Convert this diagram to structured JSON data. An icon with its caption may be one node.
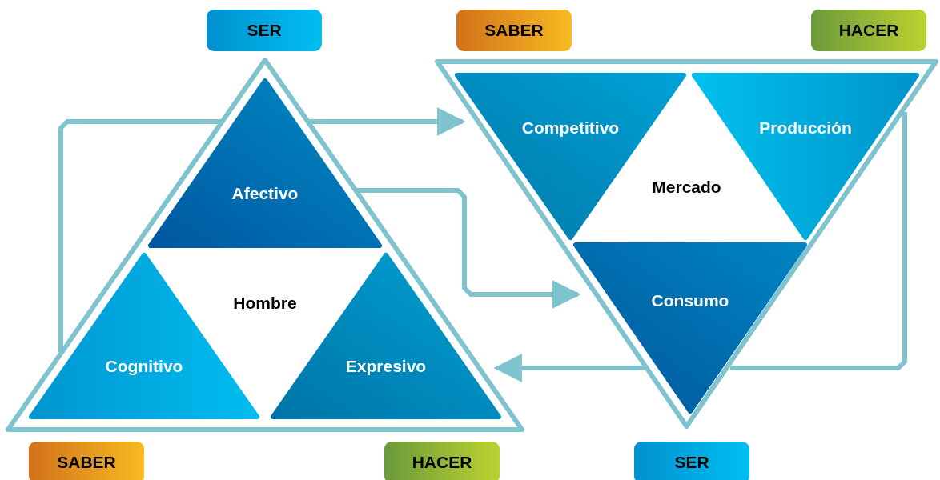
{
  "diagram": {
    "nodes": [
      {
        "text": [
          "SER"
        ]
      },
      {
        "text": [
          "SABER"
        ]
      },
      {
        "text": [
          "HACER"
        ]
      },
      {
        "text": [
          "Hombre"
        ]
      },
      {
        "text": [
          "Afectivo"
        ],
        "in": 3
      },
      {
        "text": [
          "Cognitivo"
        ],
        "in": 3
      },
      {
        "text": [
          "Expresivo"
        ],
        "in": 3
      },
      {
        "text": [
          "Mercado"
        ]
      },
      {
        "text": [
          "Competitivo"
        ],
        "in": 7
      },
      {
        "text": [
          "Producción"
        ],
        "in": 7
      },
      {
        "text": [
          "Consumo"
        ],
        "in": 7
      },
      {
        "text": [
          "SABER"
        ]
      },
      {
        "text": [
          "HACER"
        ]
      },
      {
        "text": [
          "SER"
        ]
      }
    ],
    "edges": [
      {
        "from": 3,
        "to": 7,
        "arrow": "to"
      },
      {
        "from": 3,
        "to": 7,
        "arrow": "to"
      },
      {
        "from": 7,
        "to": 3,
        "arrow": "to"
      }
    ]
  }
}
